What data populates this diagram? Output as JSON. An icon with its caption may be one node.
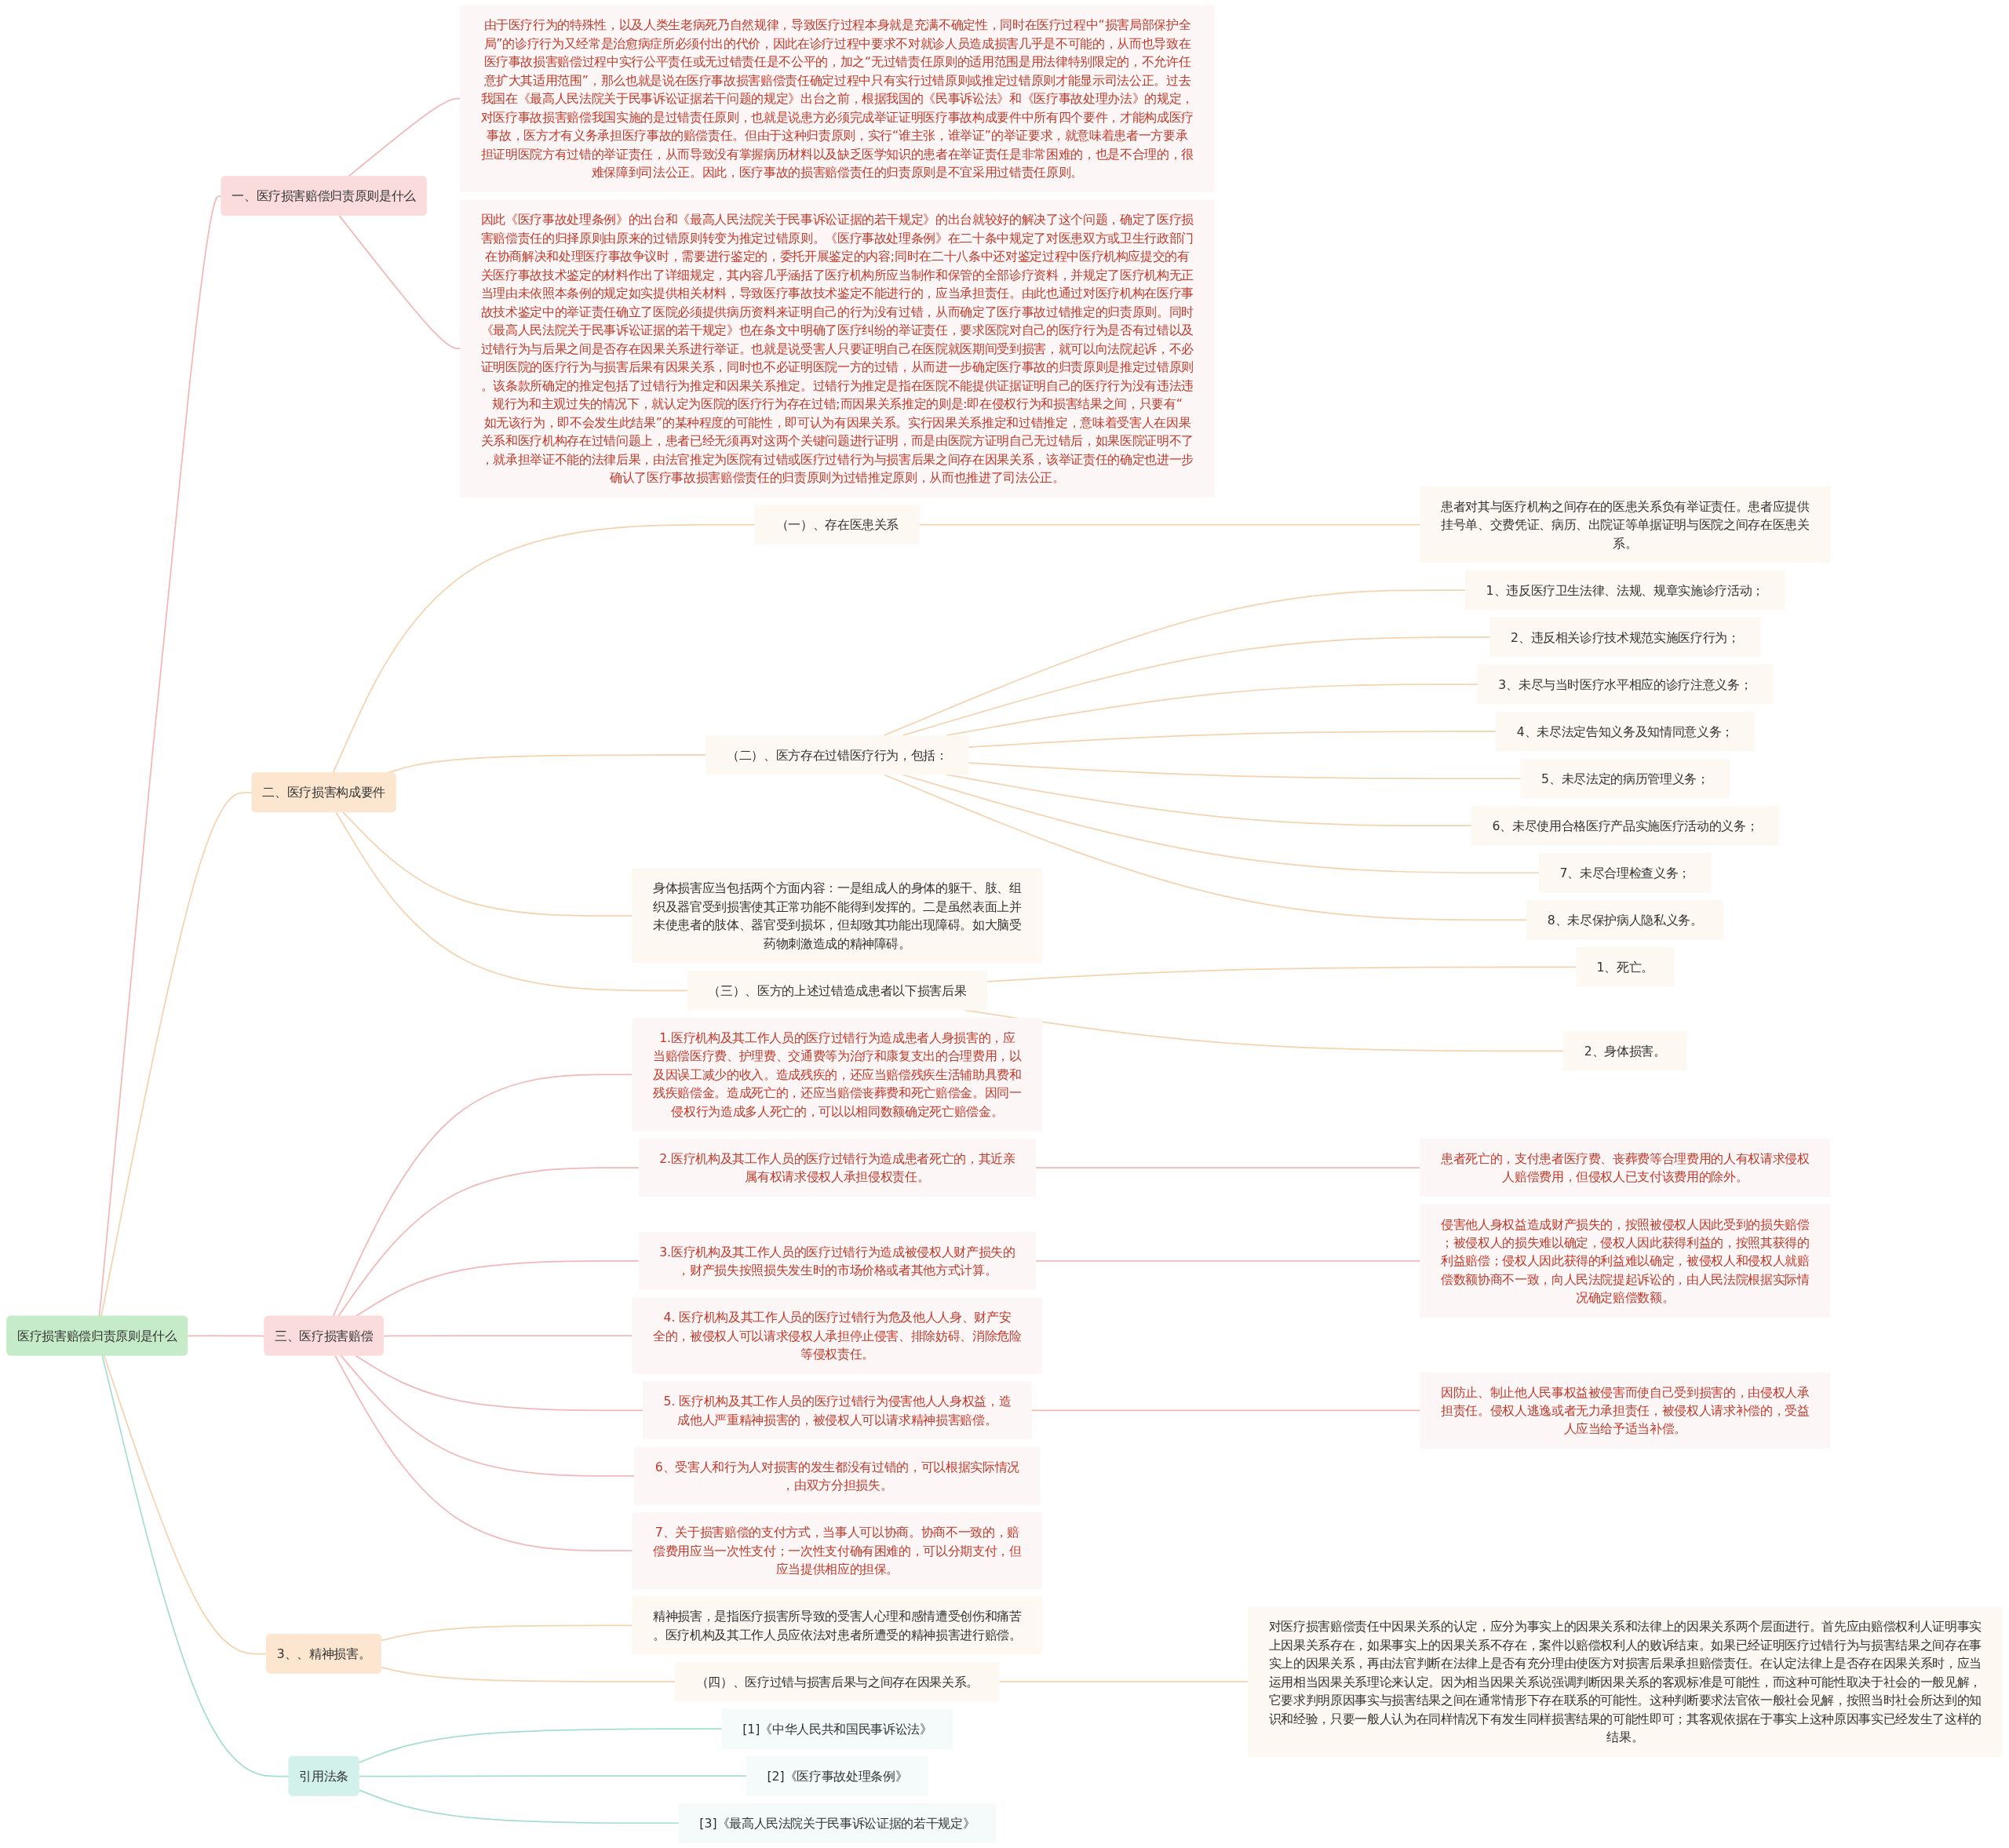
{
  "diagram": {
    "nodes": [
      {
        "text": [
          "医疗损害赔偿归责原则是什么"
        ]
      },
      {
        "text": [
          "一、医疗损害赔偿归责原则是什么"
        ]
      },
      {
        "text": [
          "由于医疗行为的特殊性，以及人类生老病死乃自然规律，导致医疗过程本身就是充满不确定性，同时在医疗过程中“损害局部保护全局”的诊疗行为又经常是治愈病症所必须付出的代价，因此在诊疗过程中要求不对就诊人员造成损害几乎是不可能的，从而也导致在医疗事故损害赔偿过程中实行公平责任或无过错责任是不公平的，加之“无过错责任原则的适用范围是用法律特别限定的，不允许任意扩大其适用范围”，那么也就是说在医疗事故损害赔偿责任确定过程中只有实行过错原则或推定过错原则才能显示司法公正。过去我国在《最高人民法院关于民事诉讼证据若干问题的规定》出台之前，根据我国的《民事诉讼法》和《医疗事故处理办法》的规定，对医疗事故损害赔偿我国实施的是过错责任原则，也就是说患方必须完成举证证明医疗事故构成要件中所有四个要件，才能构成医疗事故，医方才有义务承担医疗事故的赔偿责任。但由于这种归责原则，实行“谁主张，谁举证”的举证要求，就意味着患者一方要承担证明医院方有过错的举证责任，从而导致没有掌握病历材料以及缺乏医学知识的患者在举证责任是非常困难的，也是不合理的，很难保障到司法公正。因此，医疗事故的损害赔偿责任的归责原则是不宜采用过错责任原则。"
        ]
      },
      {
        "text": [
          "因此《医疗事故处理条例》的出台和《最高人民法院关于民事诉讼证据的若干规定》的出台就较好的解决了这个问题，确定了医疗损害赔偿责任的归择原则由原来的过错原则转变为推定过错原则。《医疗事故处理条例》在二十条中规定了对医患双方或卫生行政部门在协商解决和处理医疗事故争议时，需要进行鉴定的，委托开展鉴定的内容;同时在二十八条中还对鉴定过程中医疗机构应提交的有关医疗事故技术鉴定的材料作出了详细规定，其内容几乎涵括了医疗机构所应当制作和保管的全部诊疗资料，并规定了医疗机构无正当理由未依照本条例的规定如实提供相关材料，导致医疗事故技术鉴定不能进行的，应当承担责任。由此也通过对医疗机构在医疗事故技术鉴定中的举证责任确立了医院必须提供病历资料来证明自己的行为没有过错，从而确定了医疗事故过错推定的归责原则。同时《最高人民法院关于民事诉讼证据的若干规定》也在条文中明确了医疗纠纷的举证责任，要求医院对自己的医疗行为是否有过错以及过错行为与后果之间是否存在因果关系进行举证。也就是说受害人只要证明自己在医院就医期间受到损害，就可以向法院起诉，不必证明医院的医疗行为与损害后果有因果关系，同时也不必证明医院一方的过错，从而进一步确定医疗事故的归责原则是推定过错原则。该条款所确定的推定包括了过错行为推定和因果关系推定。过错行为推定是指在医院不能提供证据证明自己的医疗行为没有违法违规行为和主观过失的情况下，就认定为医院的医疗行为存在过错;而因果关系推定的则是:即在侵权行为和损害结果之间，只要有“如无该行为，即不会发生此结果”的某种程度的可能性，即可认为有因果关系。实行因果关系推定和过错推定，意味着受害人在因果关系和医疗机构存在过错问题上，患者已经无须再对这两个关键问题进行证明，而是由医院方证明自己无过错后，如果医院证明不了，就承担举证不能的法律后果，由法官推定为医院有过错或医疗过错行为与损害后果之间存在因果关系，该举证责任的确定也进一步确认了医疗事故损害赔偿责任的归责原则为过错推定原则，从而也推进了司法公正。"
        ]
      },
      {
        "text": [
          "二、医疗损害构成要件"
        ]
      },
      {
        "text": [
          "（一）、存在医患关系"
        ]
      },
      {
        "text": [
          "患者对其与医疗机构之间存在的医患关系负有举证责任。患者应提供挂号单、交费凭证、病历、出院证等单据证明与医院之间存在医患关系。"
        ]
      },
      {
        "text": [
          "（二）、医方存在过错医疗行为，包括："
        ]
      },
      {
        "text": [
          "1、违反医疗卫生法律、法规、规章实施诊疗活动；"
        ]
      },
      {
        "text": [
          "2、违反相关诊疗技术规范实施医疗行为；"
        ]
      },
      {
        "text": [
          "3、未尽与当时医疗水平相应的诊疗注意义务；"
        ]
      },
      {
        "text": [
          "4、未尽法定告知义务及知情同意义务；"
        ]
      },
      {
        "text": [
          "5、未尽法定的病历管理义务；"
        ]
      },
      {
        "text": [
          "6、未尽使用合格医疗产品实施医疗活动的义务；"
        ]
      },
      {
        "text": [
          "7、未尽合理检查义务；"
        ]
      },
      {
        "text": [
          "8、未尽保护病人隐私义务。"
        ]
      },
      {
        "text": [
          "（三）、医方的上述过错造成患者以下损害后果"
        ]
      },
      {
        "text": [
          "1、死亡。"
        ]
      },
      {
        "text": [
          "2、身体损害。"
        ]
      },
      {
        "text": [
          "身体损害应当包括两个方面内容：一是组成人的身体的躯干、肢、组织及器官受到损害使其正常功能不能得到发挥的。二是虽然表面上并未使患者的肢体、器官受到损坏，但却致其功能出现障碍。如大脑受药物刺激造成的精神障碍。"
        ]
      },
      {
        "text": [
          "三、医疗损害赔偿"
        ]
      },
      {
        "text": [
          "1.医疗机构及其工作人员的医疗过错行为造成患者人身损害的，应当赔偿医疗费、护理费、交通费等为治疗和康复支出的合理费用，以及因误工减少的收入。造成残疾的，还应当赔偿残疾生活辅助具费和残疾赔偿金。造成死亡的，还应当赔偿丧葬费和死亡赔偿金。因同一侵权行为造成多人死亡的，可以以相同数额确定死亡赔偿金。"
        ]
      },
      {
        "text": [
          "2.医疗机构及其工作人员的医疗过错行为造成患者死亡的，其近亲属有权请求侵权人承担侵权责任。"
        ]
      },
      {
        "text": [
          "患者死亡的，支付患者医疗费、丧葬费等合理费用的人有权请求侵权人赔偿费用，但侵权人已支付该费用的除外。"
        ]
      },
      {
        "text": [
          "3.医疗机构及其工作人员的医疗过错行为造成被侵权人财产损失的，财产损失按照损失发生时的市场价格或者其他方式计算。"
        ]
      },
      {
        "text": [
          "侵害他人身权益造成财产损失的，按照被侵权人因此受到的损失赔偿；被侵权人的损失难以确定，侵权人因此获得利益的，按照其获得的利益赔偿；侵权人因此获得的利益难以确定，被侵权人和侵权人就赔偿数额协商不一致，向人民法院提起诉讼的，由人民法院根据实际情况确定赔偿数额。"
        ]
      },
      {
        "text": [
          "4. 医疗机构及其工作人员的医疗过错行为危及他人人身、财产安全的，被侵权人可以请求侵权人承担停止侵害、排除妨碍、消除危险等侵权责任。"
        ]
      },
      {
        "text": [
          "5. 医疗机构及其工作人员的医疗过错行为侵害他人人身权益，造成他人严重精神损害的，被侵权人可以请求精神损害赔偿。"
        ]
      },
      {
        "text": [
          "因防止、制止他人民事权益被侵害而使自己受到损害的，由侵权人承担责任。侵权人逃逸或者无力承担责任，被侵权人请求补偿的，受益人应当给予适当补偿。"
        ]
      },
      {
        "text": [
          "6、受害人和行为人对损害的发生都没有过错的，可以根据实际情况，由双方分担损失。"
        ]
      },
      {
        "text": [
          "7、关于损害赔偿的支付方式，当事人可以协商。协商不一致的，赔偿费用应当一次性支付；一次性支付确有困难的，可以分期支付，但应当提供相应的担保。"
        ]
      },
      {
        "text": [
          "3、、精神损害。"
        ]
      },
      {
        "text": [
          "精神损害，是指医疗损害所导致的受害人心理和感情遭受创伤和痛苦。医疗机构及其工作人员应依法对患者所遭受的精神损害进行赔偿。"
        ]
      },
      {
        "text": [
          "（四）、医疗过错与损害后果与之间存在因果关系。"
        ]
      },
      {
        "text": [
          "对医疗损害赔偿责任中因果关系的认定，应分为事实上的因果关系和法律上的因果关系两个层面进行。首先应由赔偿权利人证明事实上因果关系存在，如果事实上的因果关系不存在，案件以赔偿权利人的败诉结束。如果已经证明医疗过错行为与损害结果之间存在事实上的因果关系，再由法官判断在法律上是否有充分理由使医方对损害后果承担赔偿责任。在认定法律上是否存在因果关系时，应当运用相当因果关系理论来认定。因为相当因果关系说强调判断因果关系的客观标准是可能性，而这种可能性取决于社会的一般见解，它要求判明原因事实与损害结果之间在通常情形下存在联系的可能性。这种判断要求法官依一般社会见解，按照当时社会所达到的知识和经验，只要一般人认为在同样情况下有发生同样损害结果的可能性即可；其客观依据在于事实上这种原因事实已经发生了这样的结果。"
        ]
      },
      {
        "text": [
          "引用法条"
        ]
      },
      {
        "text": [
          "[1]《中华人民共和国民事诉讼法》"
        ]
      },
      {
        "text": [
          "[2]《医疗事故处理条例》"
        ]
      },
      {
        "text": [
          "[3]《最高人民法院关于民事诉讼证据的若干规定》"
        ]
      }
    ],
    "edges": [
      {
        "from": 0,
        "to": 1,
        "arrow": "none",
        "color": "#f2b8b8"
      },
      {
        "from": 1,
        "to": 2,
        "arrow": "none",
        "color": "#f2b8b8"
      },
      {
        "from": 1,
        "to": 3,
        "arrow": "none",
        "color": "#f2b8b8"
      },
      {
        "from": 0,
        "to": 4,
        "arrow": "none"
      },
      {
        "from": 4,
        "to": 5,
        "arrow": "none"
      },
      {
        "from": 5,
        "to": 6,
        "arrow": "none"
      },
      {
        "from": 4,
        "to": 7,
        "arrow": "none"
      },
      {
        "from": 7,
        "to": 8,
        "arrow": "none"
      },
      {
        "from": 7,
        "to": 9,
        "arrow": "none"
      },
      {
        "from": 7,
        "to": 10,
        "arrow": "none"
      },
      {
        "from": 7,
        "to": 11,
        "arrow": "none"
      },
      {
        "from": 7,
        "to": 12,
        "arrow": "none"
      },
      {
        "from": 7,
        "to": 13,
        "arrow": "none"
      },
      {
        "from": 7,
        "to": 14,
        "arrow": "none"
      },
      {
        "from": 7,
        "to": 15,
        "arrow": "none"
      },
      {
        "from": 4,
        "to": 16,
        "arrow": "none"
      },
      {
        "from": 16,
        "to": 17,
        "arrow": "none"
      },
      {
        "from": 16,
        "to": 18,
        "arrow": "none"
      },
      {
        "from": 4,
        "to": 19,
        "arrow": "none"
      },
      {
        "from": 0,
        "to": 20,
        "arrow": "none",
        "color": "#f2b8b8"
      },
      {
        "from": 20,
        "to": 21,
        "arrow": "none",
        "color": "#f2b8b8"
      },
      {
        "from": 20,
        "to": 22,
        "arrow": "none",
        "color": "#f2b8b8"
      },
      {
        "from": 22,
        "to": 23,
        "arrow": "none",
        "color": "#f2b8b8"
      },
      {
        "from": 20,
        "to": 24,
        "arrow": "none",
        "color": "#f2b8b8"
      },
      {
        "from": 24,
        "to": 25,
        "arrow": "none",
        "color": "#f2b8b8"
      },
      {
        "from": 20,
        "to": 26,
        "arrow": "none",
        "color": "#f2b8b8"
      },
      {
        "from": 20,
        "to": 27,
        "arrow": "none",
        "color": "#f2b8b8"
      },
      {
        "from": 27,
        "to": 28,
        "arrow": "none",
        "color": "#f2b8b8"
      },
      {
        "from": 20,
        "to": 29,
        "arrow": "none",
        "color": "#f2b8b8"
      },
      {
        "from": 20,
        "to": 30,
        "arrow": "none",
        "color": "#f2b8b8"
      },
      {
        "from": 0,
        "to": 31,
        "arrow": "none"
      },
      {
        "from": 31,
        "to": 32,
        "arrow": "none"
      },
      {
        "from": 31,
        "to": 33,
        "arrow": "none"
      },
      {
        "from": 33,
        "to": 34,
        "arrow": "none"
      },
      {
        "from": 0,
        "to": 35,
        "arrow": "none",
        "color": "#a6ddd3"
      },
      {
        "from": 35,
        "to": 36,
        "arrow": "none",
        "color": "#a6ddd3"
      },
      {
        "from": 35,
        "to": 37,
        "arrow": "none",
        "color": "#a6ddd3"
      },
      {
        "from": 35,
        "to": 38,
        "arrow": "none",
        "color": "#a6ddd3"
      }
    ]
  }
}
